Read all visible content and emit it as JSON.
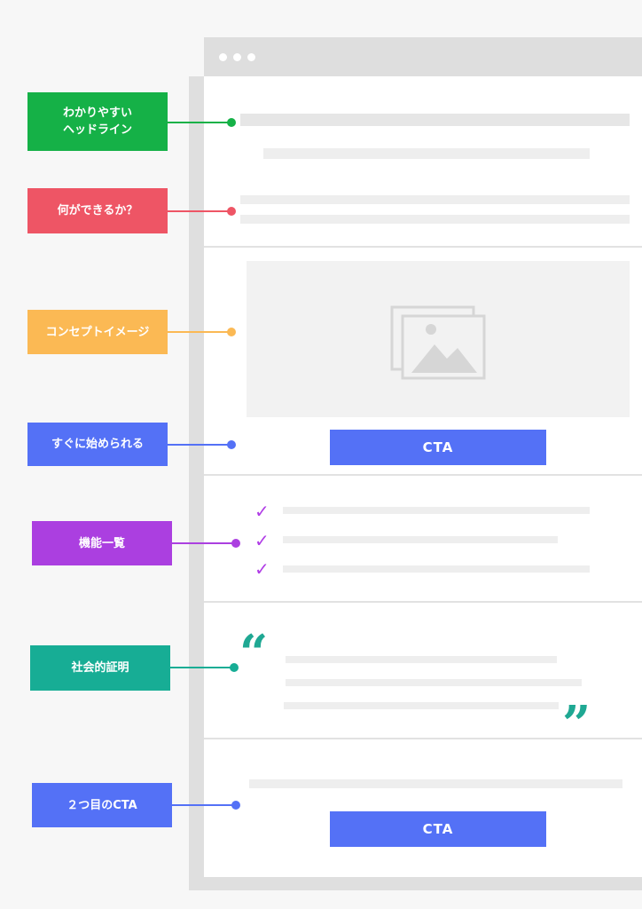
{
  "labels": {
    "headline": "わかりやすい\nヘッドライン",
    "what_can_do": "何ができるか？",
    "concept_image": "コンセプトイメージ",
    "start_now": "すぐに始められる",
    "features": "機能一覧",
    "social_proof": "社会的証明",
    "second_cta": "２つ目のCTA"
  },
  "cta": {
    "primary": "CTA",
    "secondary": "CTA"
  },
  "checks": [
    "✓",
    "✓",
    "✓"
  ],
  "quotes": {
    "open": "“",
    "close": "”"
  },
  "colors": {
    "headline": "#15b147",
    "what_can_do": "#ee5565",
    "concept_image": "#fbb954",
    "start_now": "#5471f6",
    "features": "#ab3fe0",
    "social_proof": "#17ad95",
    "second_cta": "#5471f6"
  }
}
